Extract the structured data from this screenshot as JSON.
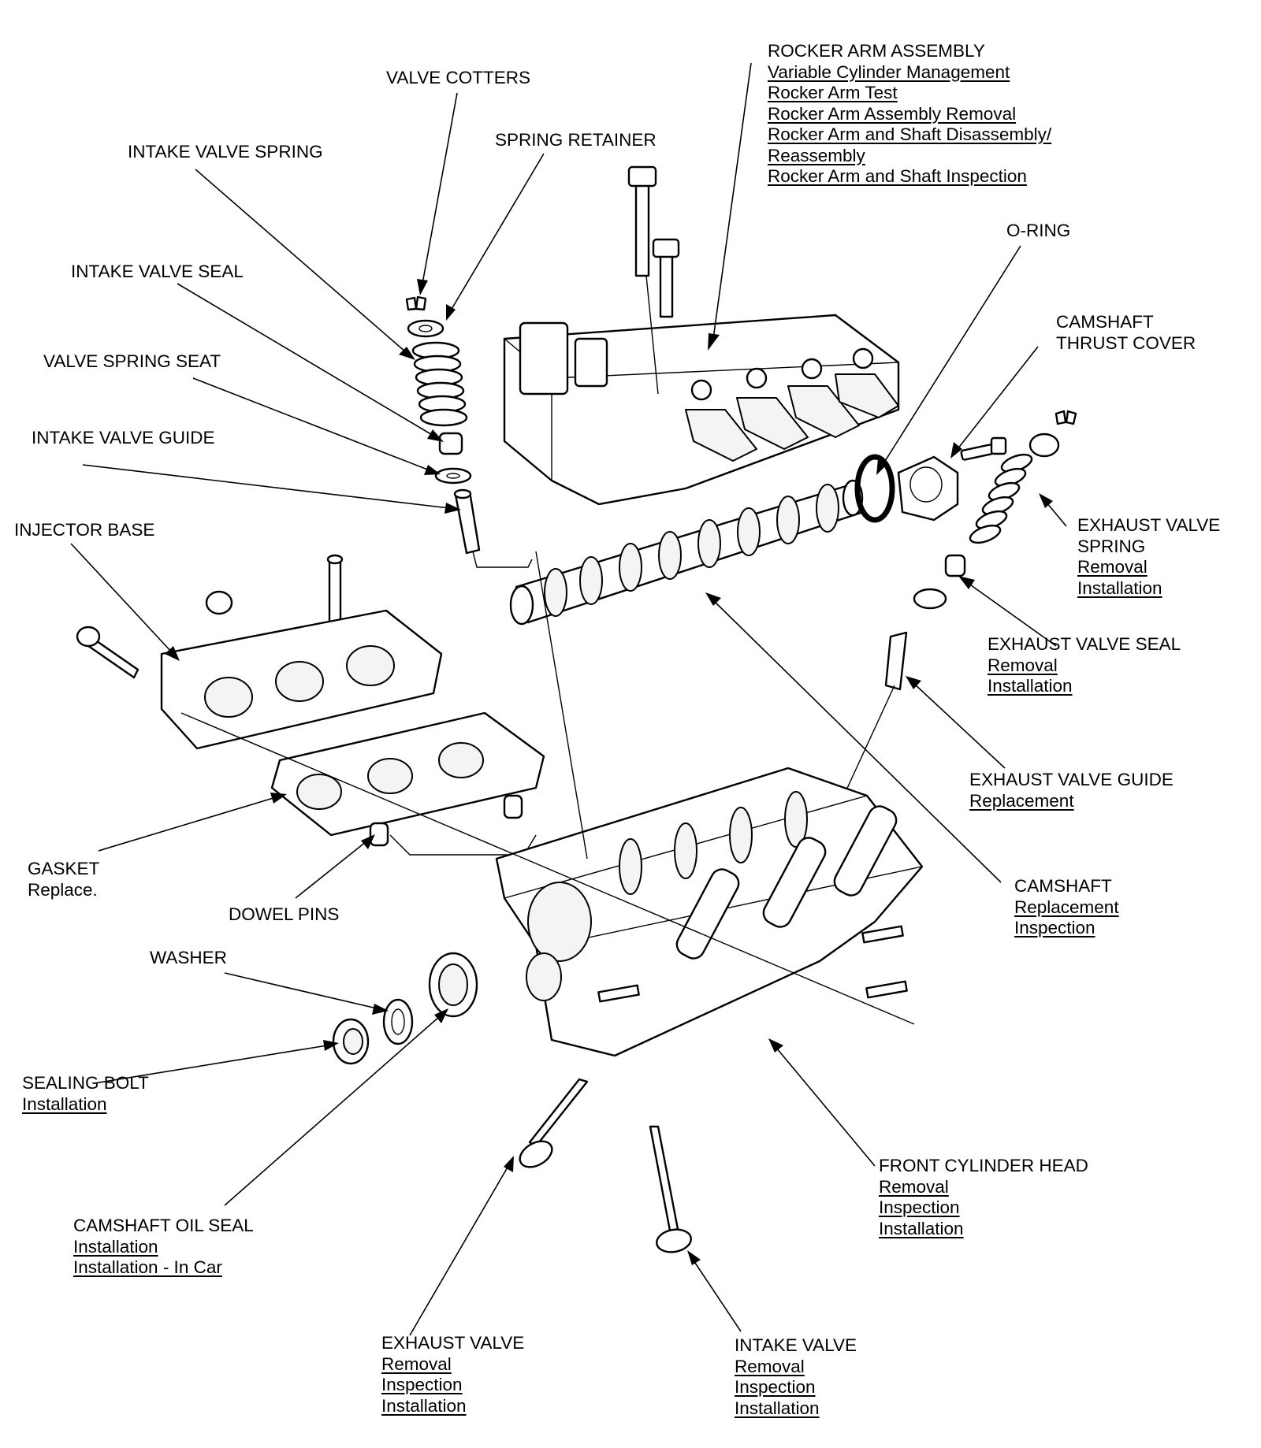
{
  "labels": {
    "rocker_arm_assembly": {
      "title": "ROCKER ARM ASSEMBLY",
      "links": [
        "Variable Cylinder Management",
        "Rocker Arm Test",
        "Rocker Arm Assembly Removal",
        "Rocker Arm and Shaft Disassembly/",
        "Reassembly",
        "Rocker Arm and Shaft Inspection"
      ]
    },
    "valve_cotters": {
      "title": "VALVE COTTERS"
    },
    "spring_retainer": {
      "title": "SPRING RETAINER"
    },
    "intake_valve_spring": {
      "title": "INTAKE VALVE SPRING"
    },
    "intake_valve_seal": {
      "title": "INTAKE VALVE SEAL"
    },
    "valve_spring_seat": {
      "title": "VALVE SPRING SEAT"
    },
    "intake_valve_guide": {
      "title": "INTAKE VALVE GUIDE"
    },
    "o_ring": {
      "title": "O-RING"
    },
    "camshaft_thrust_cover": {
      "title": "CAMSHAFT",
      "title2": "THRUST COVER"
    },
    "injector_base": {
      "title": "INJECTOR BASE"
    },
    "exhaust_valve_spring": {
      "title": "EXHAUST VALVE",
      "title2": "SPRING",
      "links": [
        "Removal",
        "Installation"
      ]
    },
    "exhaust_valve_seal": {
      "title": "EXHAUST VALVE SEAL",
      "links": [
        "Removal",
        "Installation"
      ]
    },
    "exhaust_valve_guide": {
      "title": "EXHAUST VALVE GUIDE",
      "links": [
        "Replacement"
      ]
    },
    "gasket": {
      "title": "GASKET",
      "note": "Replace."
    },
    "dowel_pins": {
      "title": "DOWEL PINS"
    },
    "camshaft": {
      "title": "CAMSHAFT",
      "links": [
        "Replacement",
        "Inspection"
      ]
    },
    "washer": {
      "title": "WASHER"
    },
    "sealing_bolt": {
      "title": "SEALING BOLT",
      "links": [
        "Installation"
      ]
    },
    "front_cylinder_head": {
      "title": "FRONT CYLINDER HEAD",
      "links": [
        "Removal",
        "Inspection",
        "Installation"
      ]
    },
    "camshaft_oil_seal": {
      "title": "CAMSHAFT OIL SEAL",
      "links": [
        "Installation",
        "Installation - In Car"
      ]
    },
    "exhaust_valve": {
      "title": "EXHAUST VALVE",
      "links": [
        "Removal",
        "Inspection",
        "Installation"
      ]
    },
    "intake_valve": {
      "title": "INTAKE VALVE",
      "links": [
        "Removal",
        "Inspection",
        "Installation"
      ]
    }
  }
}
